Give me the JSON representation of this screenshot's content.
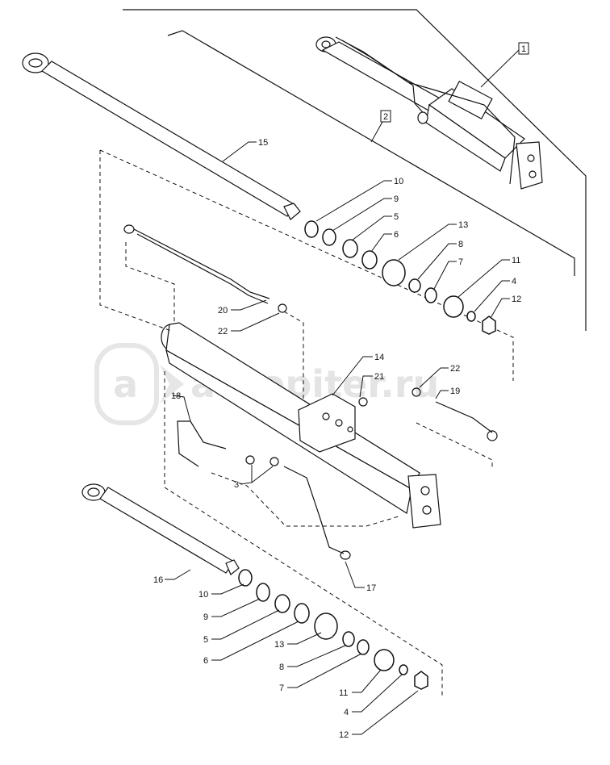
{
  "watermark": {
    "logo_glyph": "a",
    "text": "autopiter.ru"
  },
  "reference_boxes": [
    {
      "id": "ref-1",
      "label": "1"
    },
    {
      "id": "ref-2",
      "label": "2"
    }
  ],
  "callouts": [
    {
      "id": "c15",
      "label": "15"
    },
    {
      "id": "c10a",
      "label": "10"
    },
    {
      "id": "c9a",
      "label": "9"
    },
    {
      "id": "c5a",
      "label": "5"
    },
    {
      "id": "c6a",
      "label": "6"
    },
    {
      "id": "c13a",
      "label": "13"
    },
    {
      "id": "c8a",
      "label": "8"
    },
    {
      "id": "c7a",
      "label": "7"
    },
    {
      "id": "c11a",
      "label": "11"
    },
    {
      "id": "c4a",
      "label": "4"
    },
    {
      "id": "c12a",
      "label": "12"
    },
    {
      "id": "c20",
      "label": "20"
    },
    {
      "id": "c22a",
      "label": "22"
    },
    {
      "id": "c14",
      "label": "14"
    },
    {
      "id": "c21",
      "label": "21"
    },
    {
      "id": "c22b",
      "label": "22"
    },
    {
      "id": "c19",
      "label": "19"
    },
    {
      "id": "c18",
      "label": "18"
    },
    {
      "id": "c3",
      "label": "3"
    },
    {
      "id": "c16",
      "label": "16"
    },
    {
      "id": "c17",
      "label": "17"
    },
    {
      "id": "c10b",
      "label": "10"
    },
    {
      "id": "c9b",
      "label": "9"
    },
    {
      "id": "c5b",
      "label": "5"
    },
    {
      "id": "c6b",
      "label": "6"
    },
    {
      "id": "c13b",
      "label": "13"
    },
    {
      "id": "c8b",
      "label": "8"
    },
    {
      "id": "c7b",
      "label": "7"
    },
    {
      "id": "c11b",
      "label": "11"
    },
    {
      "id": "c4b",
      "label": "4"
    },
    {
      "id": "c12b",
      "label": "12"
    }
  ]
}
